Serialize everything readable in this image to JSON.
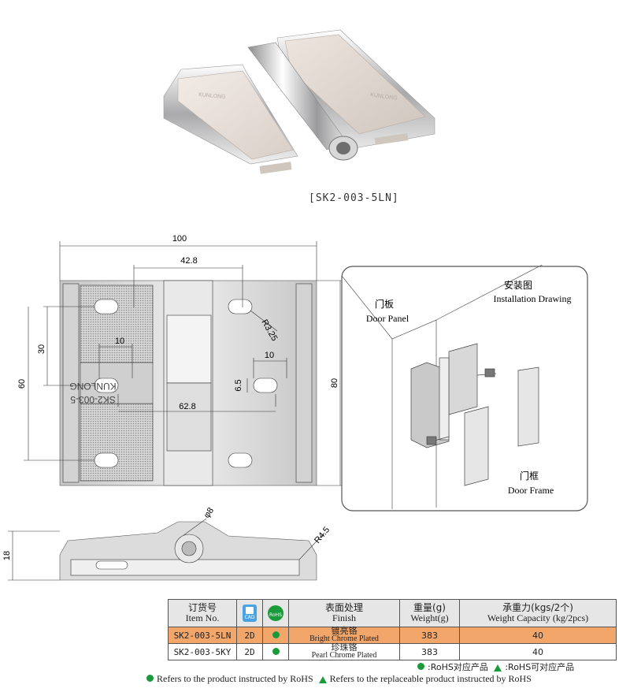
{
  "model": "[SK2-003-5LN]",
  "product": {
    "engraving_left": "KUNLONG",
    "engraving_right": "KUNLONG"
  },
  "front_view": {
    "dim_width": "100",
    "dim_center_distance": "42.8",
    "dim_slot_radius": "R3.25",
    "dim_hole_spacing": "30",
    "dim_slot_length_left": "10",
    "dim_slot_length_right": "10",
    "dim_slot_width": "6.5",
    "dim_hole_total": "60",
    "dim_hole_offset": "62.8",
    "dim_height": "80",
    "brand_text": "KUNLONG",
    "part_text": "SK2-003-5"
  },
  "side_view": {
    "dim_pin_diameter": "φ8",
    "dim_radius": "R4.5",
    "dim_thickness": "18"
  },
  "installation": {
    "title_cn": "安装图",
    "title_en": "Installation Drawing",
    "door_panel_cn": "门板",
    "door_panel_en": "Door Panel",
    "door_frame_cn": "门框",
    "door_frame_en": "Door Frame"
  },
  "table": {
    "headers": {
      "item_cn": "订货号",
      "item_en": "Item No.",
      "cad_label": "CAD",
      "rohs_label": "RoHS",
      "finish_cn": "表面处理",
      "finish_en": "Finish",
      "weight_cn": "重量(g)",
      "weight_en": "Weight(g)",
      "capacity_cn": "承重力(kgs/2个)",
      "capacity_en": "Weight Capacity (kg/2pcs)"
    },
    "rows": [
      {
        "item": "SK2-003-5LN",
        "cad": "2D",
        "finish_cn": "镀亮铬",
        "finish_en": "Bright Chrome Plated",
        "weight": "383",
        "capacity": "40"
      },
      {
        "item": "SK2-003-5KY",
        "cad": "2D",
        "finish_cn": "珍珠铬",
        "finish_en": "Pearl Chrome Plated",
        "weight": "383",
        "capacity": "40"
      }
    ]
  },
  "legend": {
    "cn_dot": ":RoHS对应产品",
    "cn_tri": ":RoHS可对应产品",
    "en_dot": "Refers to the product instructed by RoHS",
    "en_tri": "Refers to the replaceable product instructed by RoHS"
  },
  "colors": {
    "highlight_row": "#f2a66a",
    "rohs_green": "#1a9a3a",
    "cad_blue": "#4aa3e0"
  }
}
